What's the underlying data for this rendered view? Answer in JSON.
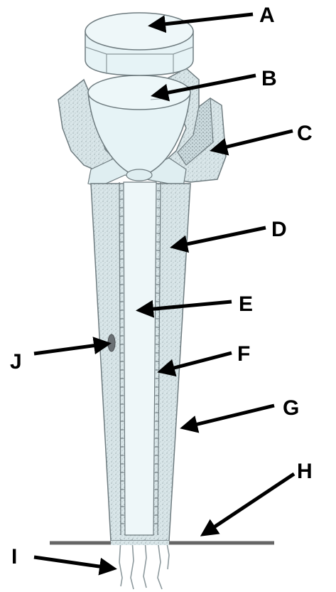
{
  "labels": {
    "A": "A",
    "B": "B",
    "C": "C",
    "D": "D",
    "E": "E",
    "F": "F",
    "G": "G",
    "H": "H",
    "I": "I",
    "J": "J"
  },
  "colors": {
    "outer_tube": "#d6e4e7",
    "inner_tube": "#eef7f9",
    "cap_fill": "#e6f3f6",
    "stipple": "#7c8b8f",
    "outline": "#6f7c80",
    "ground": "#666666",
    "arrow": "#000000"
  }
}
